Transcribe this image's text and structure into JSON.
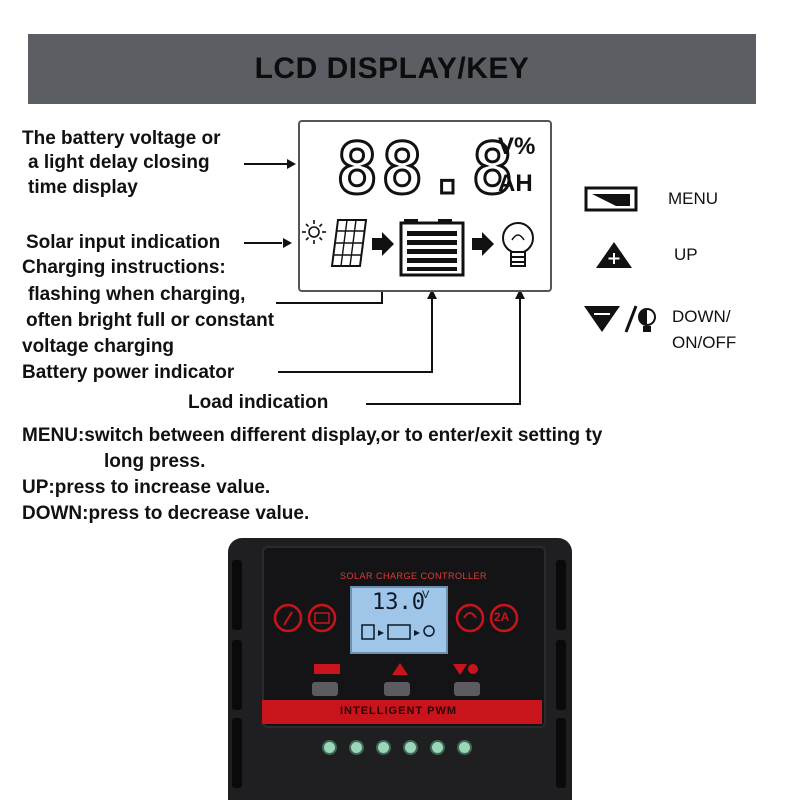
{
  "header": {
    "title": "LCD DISPLAY/KEY"
  },
  "labels": {
    "battery_voltage": [
      "The battery voltage or",
      "a light delay closing",
      "time display"
    ],
    "solar_input": "Solar input indication",
    "charging_instructions": [
      "Charging instructions:",
      "flashing when charging,",
      "often bright full or constant",
      "voltage charging"
    ],
    "battery_power": "Battery power indicator",
    "load": "Load indication"
  },
  "lcd": {
    "digits": "88.8",
    "unit_top": "V%",
    "unit_bottom": "AH"
  },
  "keys": [
    {
      "icon": "menu-key-icon",
      "label": "MENU"
    },
    {
      "icon": "up-key-icon",
      "label": "UP"
    },
    {
      "icon": "down-onoff-key-icon",
      "label_lines": [
        "DOWN/",
        "ON/OFF"
      ]
    }
  ],
  "descriptions": [
    "MENU:switch between different display,or to enter/exit setting ty",
    "long press.",
    "UP:press to increase value.",
    "DOWN:press to decrease value."
  ],
  "device": {
    "brand_line": "SOLAR CHARGE CONTROLLER",
    "screen_value": "13.0",
    "screen_unit": "V",
    "current_badge": "2A",
    "band_text": "INTELLIGENT PWM",
    "terminal_count": 6
  },
  "colors": {
    "header_band": "#5b5e63",
    "device_red": "#c8141a",
    "device_screen": "#9fc5e8"
  }
}
